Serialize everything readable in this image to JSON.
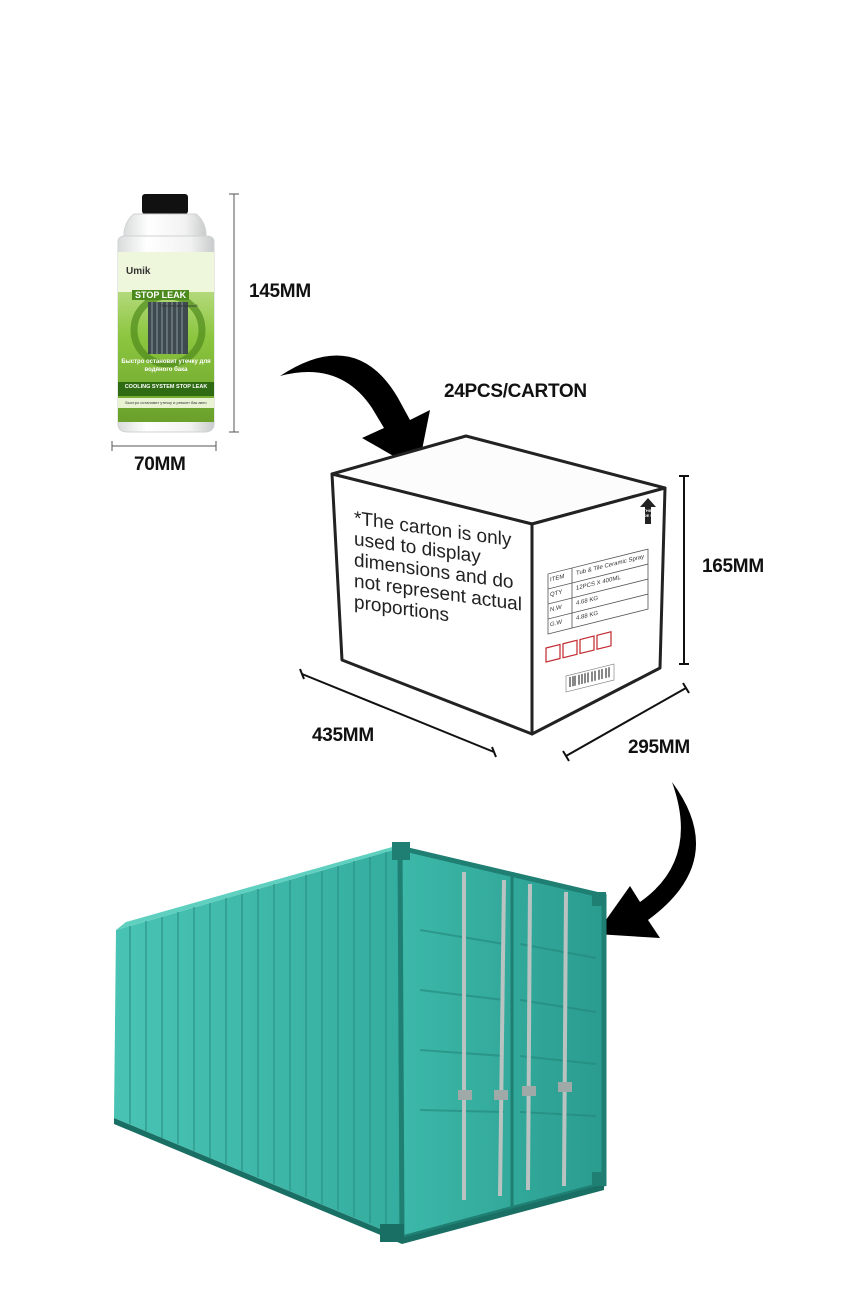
{
  "product": {
    "brand": "Umik",
    "name": "STOP LEAK",
    "subtitle_ru": "Профессиональный",
    "title_ru": "Быстро остановит утечку для водяного бака",
    "title_en": "COOLING SYSTEM STOP LEAK",
    "footnote_ru": "Быстро остановит утечку и ремонт бак авто",
    "height": "145MM",
    "width": "70MM"
  },
  "carton": {
    "count": "24PCS/CARTON",
    "note": "*The carton is only used to display dimensions and do not represent actual proportions",
    "height": "165MM",
    "length": "435MM",
    "depth": "295MM",
    "label": {
      "rows": [
        {
          "k": "ITEM",
          "v": "Tub & Tile Ceramic Spray"
        },
        {
          "k": "QTY",
          "v": "12PCS X 400ML"
        },
        {
          "k": "N.W",
          "v": "4.68 KG"
        },
        {
          "k": "G.W",
          "v": "4.88 KG"
        }
      ],
      "this_side_up": "THIS SIDE UP"
    }
  },
  "colors": {
    "container": "#2fa89a",
    "container_dark": "#1f7f73",
    "bottle_green": "#8cc63f",
    "arrow": "#000000"
  }
}
